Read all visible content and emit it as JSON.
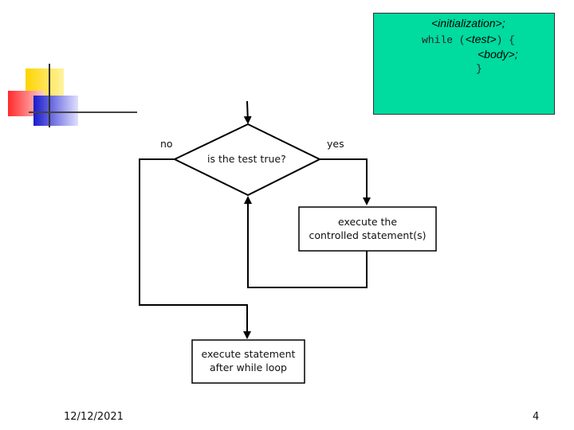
{
  "code": {
    "line1": "<initialization>;",
    "line2_prefix": "while (",
    "line2_test": "<test>",
    "line2_suffix": ") {",
    "line3": "<body>;",
    "line4": "}"
  },
  "flowchart": {
    "decision_label": "is the test true?",
    "no_label": "no",
    "yes_label": "yes",
    "controlled_box_line1": "execute the",
    "controlled_box_line2": "controlled statement(s)",
    "after_box_line1": "execute statement",
    "after_box_line2": "after while loop"
  },
  "footer": {
    "date": "12/12/2021",
    "page_number": "4"
  },
  "colors": {
    "code_box_bg": "#00dba0",
    "decor_yellow": "#ffd400",
    "decor_red": "#ff3a3a",
    "decor_blue": "#2a2ad0"
  }
}
